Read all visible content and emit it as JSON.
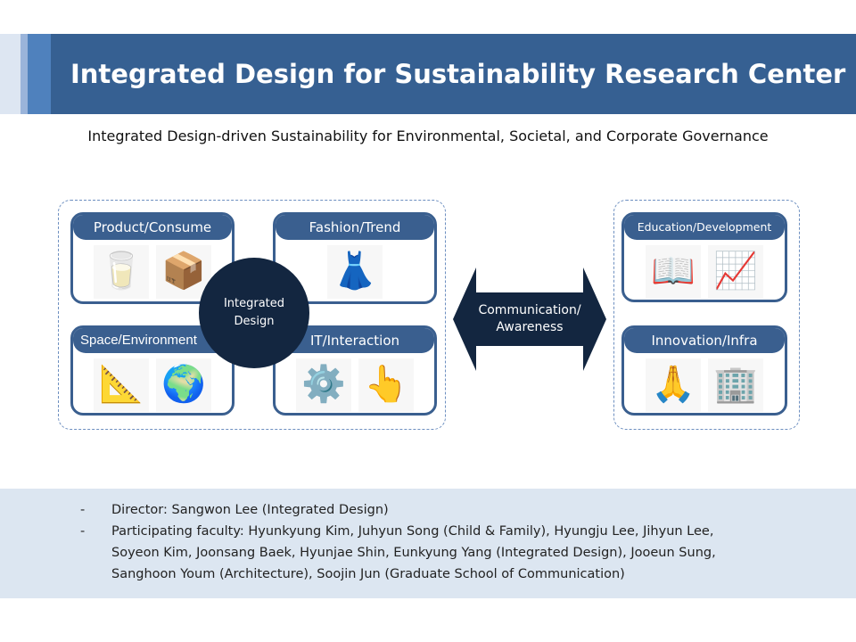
{
  "title": "Integrated Design for Sustainability Research Center",
  "subtitle": "Integrated Design-driven Sustainability for Environmental, Societal, and Corporate Governance",
  "center": {
    "line1": "Integrated",
    "line2": "Design"
  },
  "left_cards": [
    {
      "label": "Product/Consume",
      "icons": [
        "🥛",
        "📦"
      ]
    },
    {
      "label": "Fashion/Trend",
      "icons": [
        "👗"
      ]
    },
    {
      "label": "Space/Environment",
      "icons": [
        "📐",
        "🌍"
      ]
    },
    {
      "label": "IT/Interaction",
      "icons": [
        "⚙️",
        "👆"
      ]
    }
  ],
  "arrow": {
    "line1": "Communication/",
    "line2": "Awareness"
  },
  "right_cards": [
    {
      "label": "Education/Development",
      "icons": [
        "📖",
        "📈"
      ]
    },
    {
      "label": "Innovation/Infra",
      "icons": [
        "🙏",
        "🏢"
      ]
    }
  ],
  "bullets": [
    {
      "dash": "-",
      "text": "Director: Sangwon Lee (Integrated Design)"
    },
    {
      "dash": "-",
      "text": "Participating faculty: Hyunkyung Kim, Juhyun Song (Child & Family), Hyungju Lee, Jihyun Lee, Soyeon Kim, Joonsang Baek, Hyunjae Shin, Eunkyung Yang (Integrated Design), Jooeun Sung, Sanghoon Youm (Architecture), Soojin Jun (Graduate School of Communication)"
    }
  ]
}
